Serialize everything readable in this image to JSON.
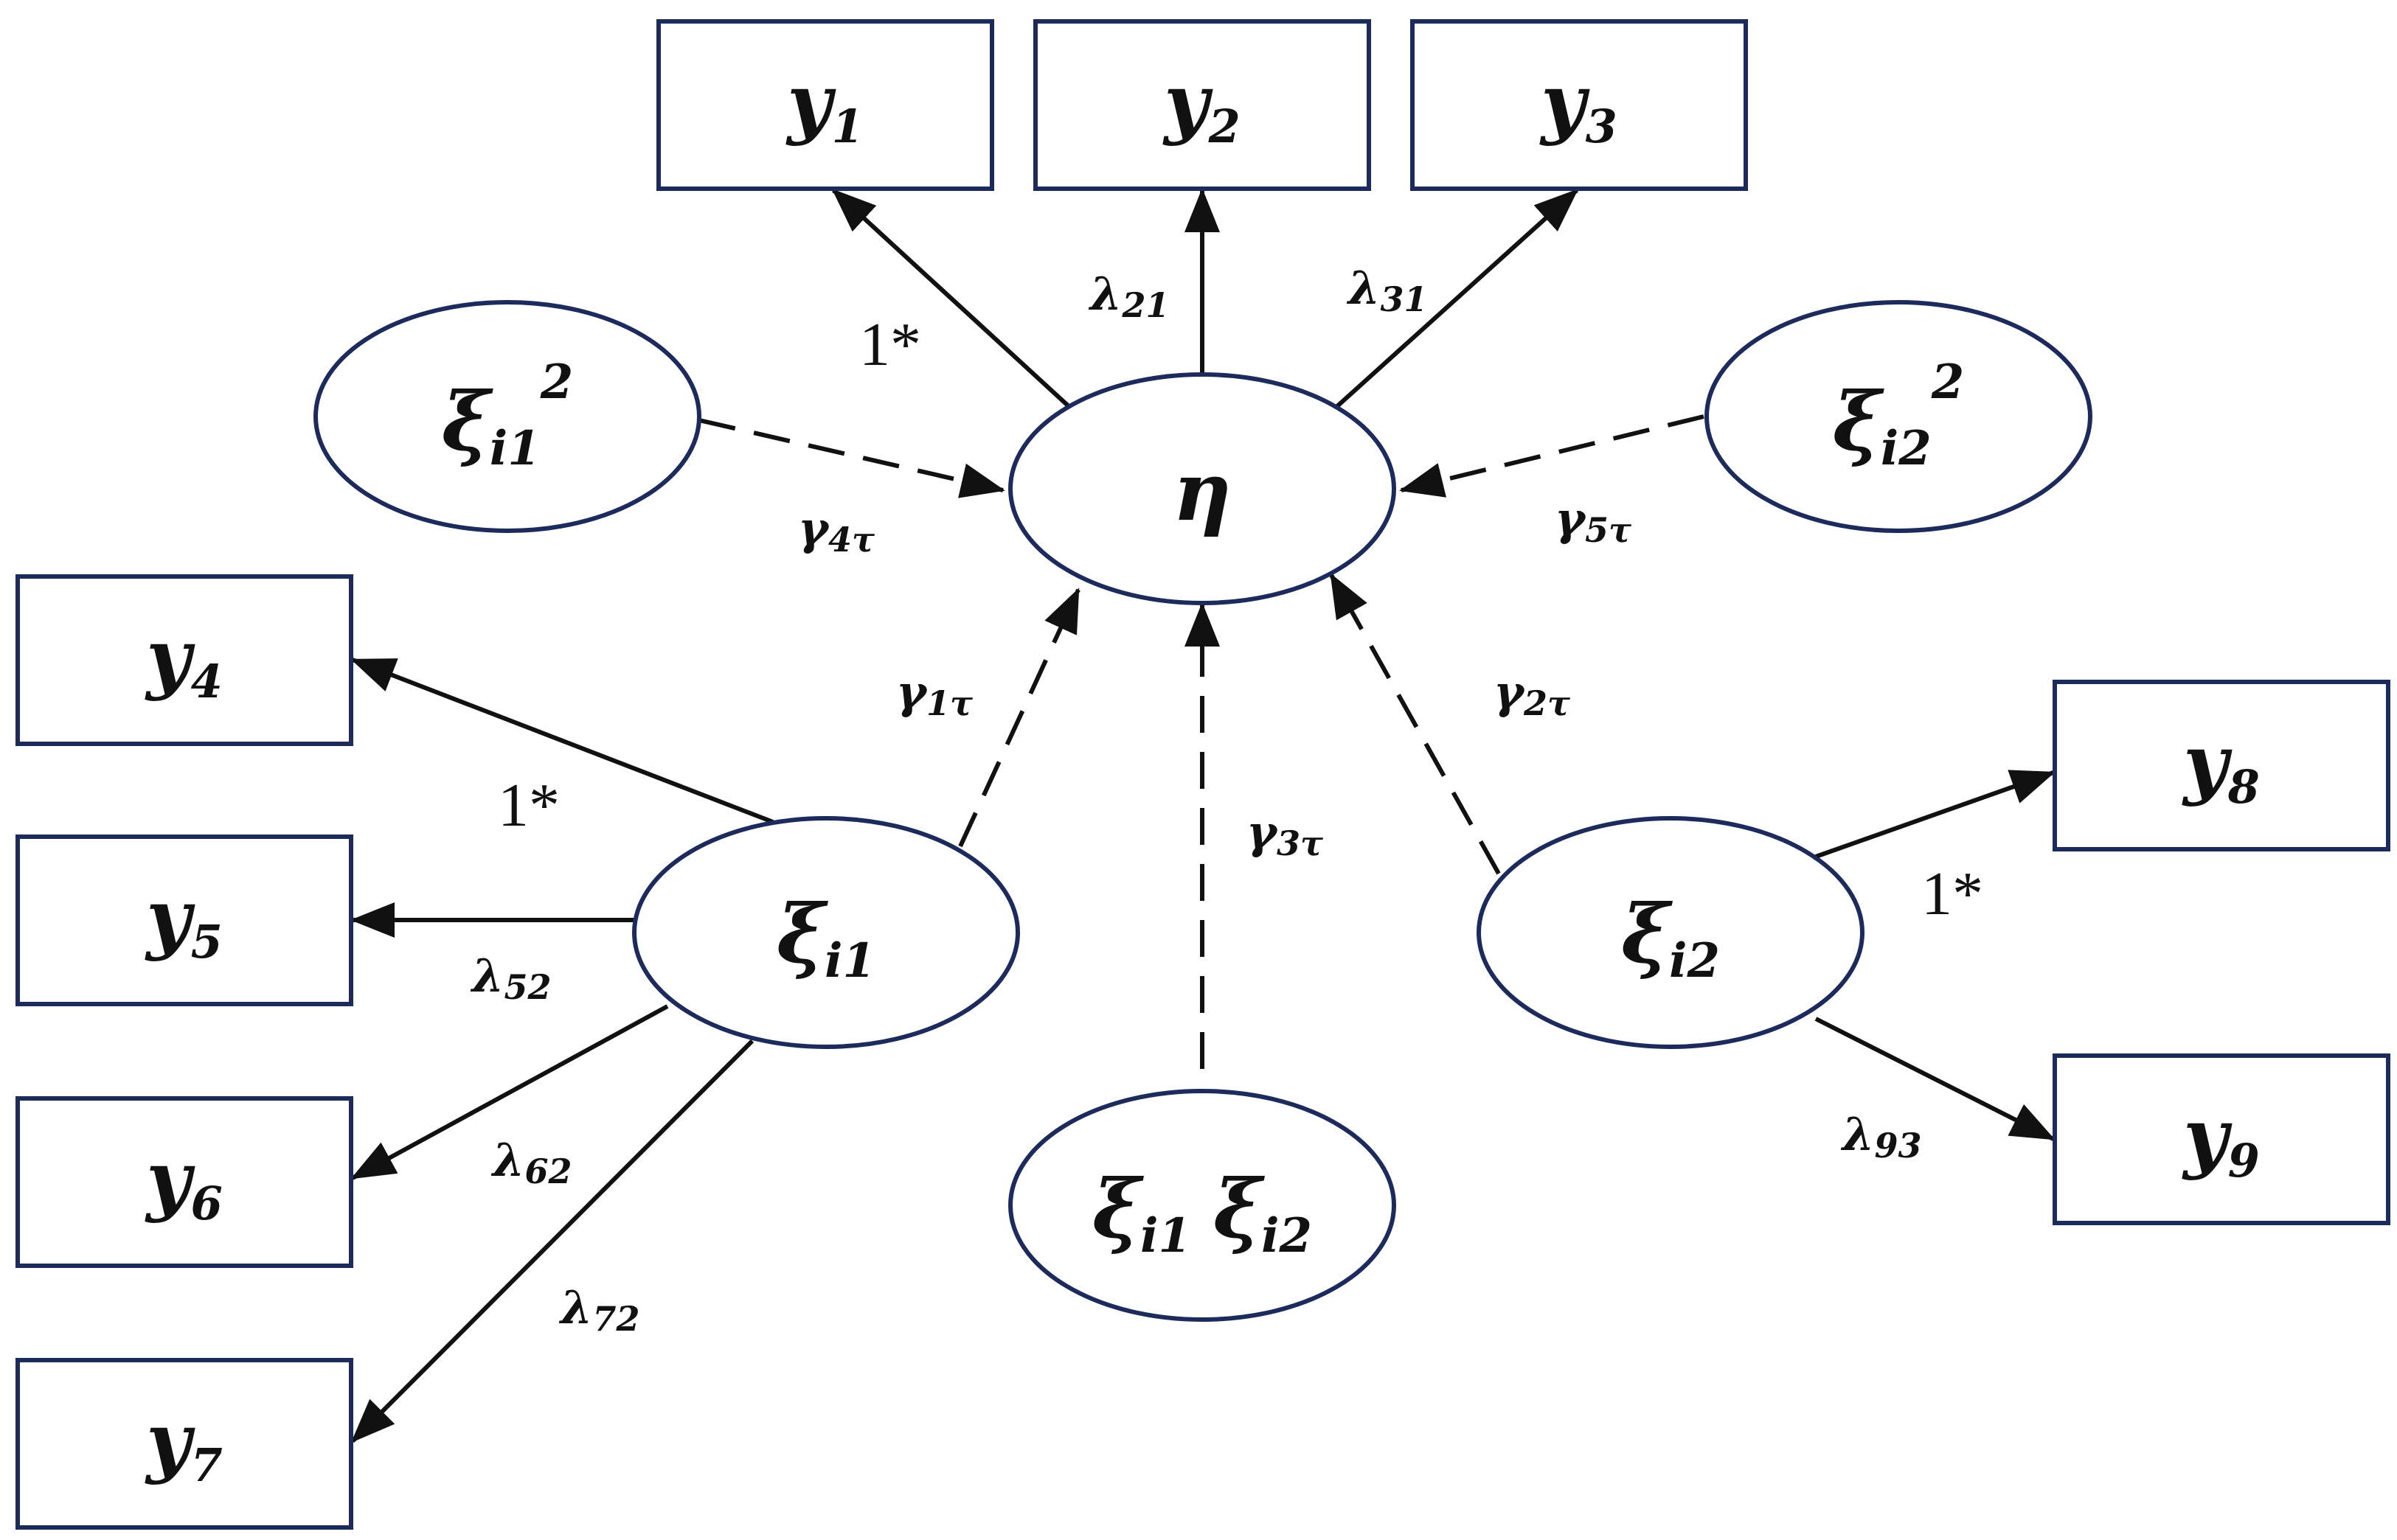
{
  "colors": {
    "node_stroke": "#1c2a5c",
    "edge": "#111111",
    "background": "#ffffff"
  },
  "nodes": {
    "y1": {
      "base": "y",
      "sub": "1",
      "sup": ""
    },
    "y2": {
      "base": "y",
      "sub": "2",
      "sup": ""
    },
    "y3": {
      "base": "y",
      "sub": "3",
      "sup": ""
    },
    "y4": {
      "base": "y",
      "sub": "4",
      "sup": ""
    },
    "y5": {
      "base": "y",
      "sub": "5",
      "sup": ""
    },
    "y6": {
      "base": "y",
      "sub": "6",
      "sup": ""
    },
    "y7": {
      "base": "y",
      "sub": "7",
      "sup": ""
    },
    "y8": {
      "base": "y",
      "sub": "8",
      "sup": ""
    },
    "y9": {
      "base": "y",
      "sub": "9",
      "sup": ""
    },
    "eta": {
      "base": "η",
      "sub": "",
      "sup": ""
    },
    "xi1": {
      "base": "ξ",
      "sub": "i1",
      "sup": ""
    },
    "xi2": {
      "base": "ξ",
      "sub": "i2",
      "sup": ""
    },
    "xi1sq": {
      "base": "ξ",
      "sub": "i1",
      "sup": "2"
    },
    "xi2sq": {
      "base": "ξ",
      "sub": "i2",
      "sup": "2"
    },
    "xi1xi2": {
      "base": "ξ",
      "sub": "i1",
      "base2": "ξ",
      "sub2": "i2"
    }
  },
  "edges": {
    "eta_y1": {
      "text": "1*"
    },
    "eta_y2": {
      "sym": "λ",
      "sub": "21"
    },
    "eta_y3": {
      "sym": "λ",
      "sub": "31"
    },
    "xi1sq_eta": {
      "sym": "γ",
      "sub": "4τ"
    },
    "xi2sq_eta": {
      "sym": "γ",
      "sub": "5τ"
    },
    "xi1_eta": {
      "sym": "γ",
      "sub": "1τ"
    },
    "xi2_eta": {
      "sym": "γ",
      "sub": "2τ"
    },
    "xi1xi2_eta": {
      "sym": "γ",
      "sub": "3τ"
    },
    "xi1_y4": {
      "text": "1*"
    },
    "xi1_y5": {
      "sym": "λ",
      "sub": "52"
    },
    "xi1_y6": {
      "sym": "λ",
      "sub": "62"
    },
    "xi1_y7": {
      "sym": "λ",
      "sub": "72"
    },
    "xi2_y8": {
      "text": "1*"
    },
    "xi2_y9": {
      "sym": "λ",
      "sub": "93"
    }
  }
}
